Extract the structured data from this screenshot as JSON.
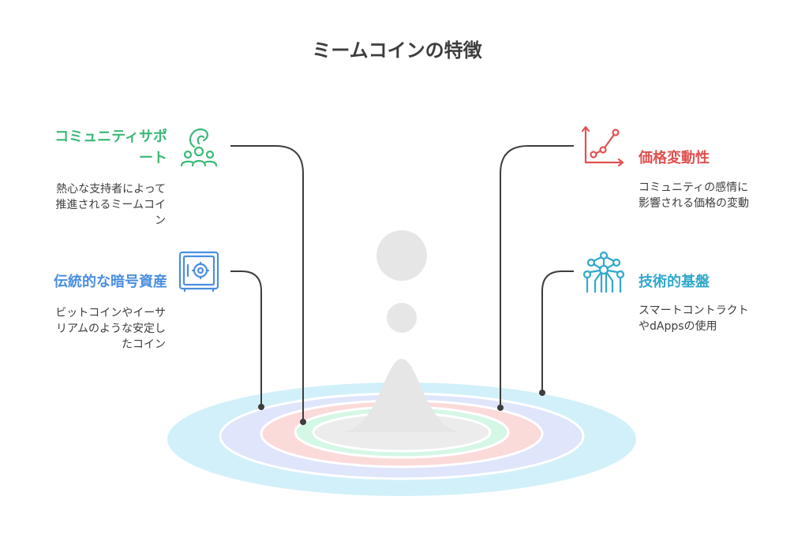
{
  "title": "ミームコインの特徴",
  "colors": {
    "community": "#3cb878",
    "volatility": "#e0514f",
    "assets": "#4a8ee0",
    "tech": "#31a8cc",
    "connector": "#3d3d3d",
    "text": "#3d3d3d"
  },
  "items": [
    {
      "key": "community",
      "title": "コミュニティサポート",
      "title_lines": [
        "コミュニティサポ",
        "ート"
      ],
      "description": "熱心な支持者によって推進されるミームコイン",
      "description_lines": [
        "熱心な支持者によって",
        "推進されるミームコイ",
        "ン"
      ],
      "icon": "community-people-icon"
    },
    {
      "key": "volatility",
      "title": "価格変動性",
      "description": "コミュニティの感情に影響される価格の変動",
      "description_lines": [
        "コミュニティの感情に",
        "影響される価格の変動"
      ],
      "icon": "line-chart-icon"
    },
    {
      "key": "assets",
      "title": "伝統的な暗号資産",
      "description": "ビットコインやイーサリアムのような安定したコイン",
      "description_lines": [
        "ビットコインやイーサ",
        "リアムのような安定し",
        "たコイン"
      ],
      "icon": "safe-icon"
    },
    {
      "key": "tech",
      "title": "技術的基盤",
      "description": "スマートコントラクトやdAppsの使用",
      "description_lines": [
        "スマートコントラクト",
        "やdAppsの使用"
      ],
      "icon": "atom-structure-icon"
    }
  ]
}
